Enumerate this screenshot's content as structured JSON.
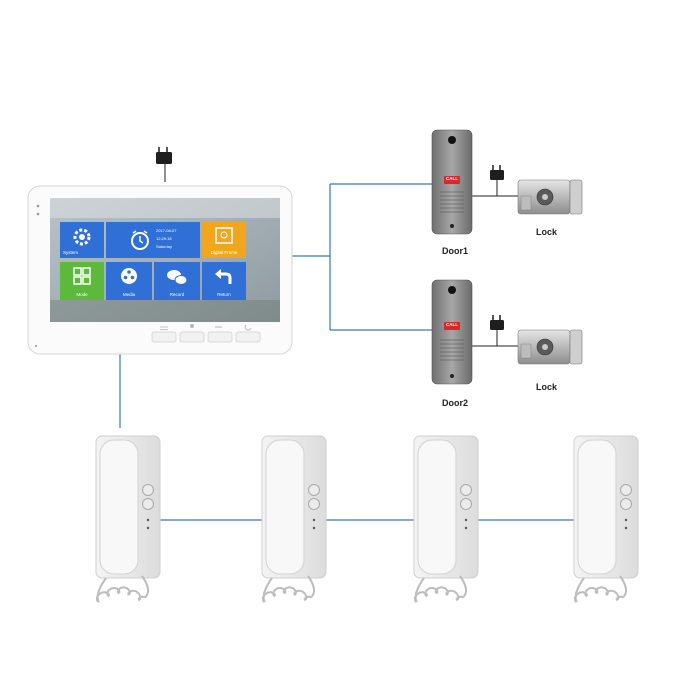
{
  "monitor": {
    "tiles": [
      {
        "label": "System",
        "color": "#2f6fd6",
        "icon": "gear-icon"
      },
      {
        "label": "",
        "color": "#2f6fd6",
        "icon": "alarm-clock-icon"
      },
      {
        "label": "Digital Frame",
        "color": "#f1a61d",
        "icon": "photo-frame-icon"
      },
      {
        "label": "Mode",
        "color": "#5cb93c",
        "icon": "grid-icon"
      },
      {
        "label": "Media",
        "color": "#2f6fd6",
        "icon": "film-reel-icon"
      },
      {
        "label": "Record",
        "color": "#2f6fd6",
        "icon": "chat-bubbles-icon"
      },
      {
        "label": "Return",
        "color": "#2f6fd6",
        "icon": "return-arrow-icon"
      }
    ],
    "clock": {
      "date": "2017-08-07",
      "time": "12:29:18",
      "day": "Saturday"
    }
  },
  "doors": [
    {
      "label": "Door1",
      "button": "CALL"
    },
    {
      "label": "Door2",
      "button": "CALL"
    }
  ],
  "locks": [
    {
      "label": "Lock"
    },
    {
      "label": "Lock"
    }
  ],
  "handsets": [
    {
      "id": 1
    },
    {
      "id": 2
    },
    {
      "id": 3
    },
    {
      "id": 4
    }
  ],
  "colors": {
    "wire": "#3a78b5",
    "tile_blue": "#2f6fd6",
    "tile_green": "#5cb93c",
    "tile_orange": "#f1a61d",
    "door_body": "#8a8a8a",
    "call_red": "#d8282b"
  }
}
